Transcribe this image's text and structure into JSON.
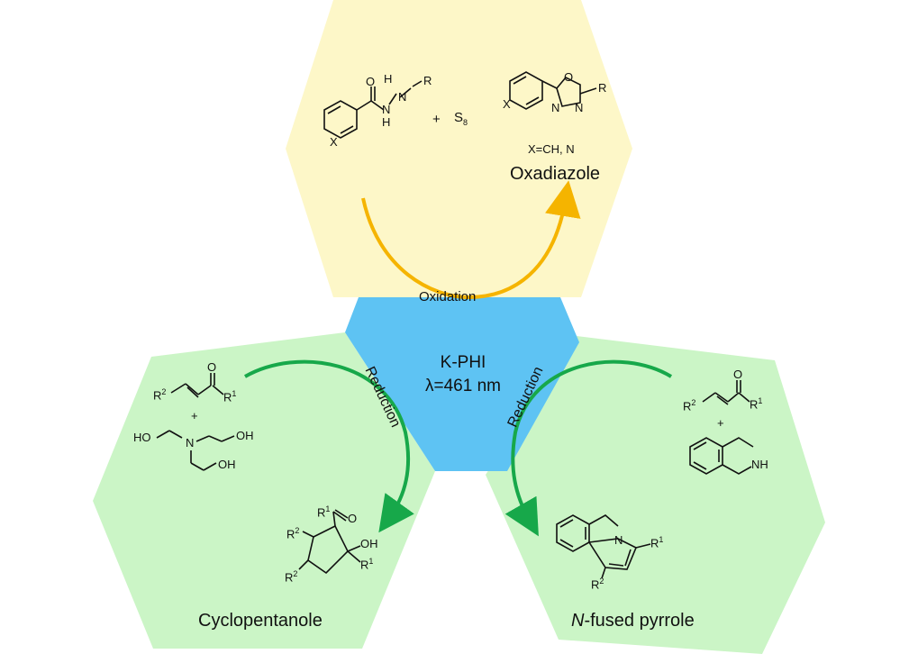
{
  "colors": {
    "oxidation_panel": "#fdf7c8",
    "reduction_panel": "#cbf5c6",
    "center_panel": "#5ec3f3",
    "oxidation_arrow": "#f5b400",
    "reduction_arrow": "#17a84a"
  },
  "center": {
    "catalyst": "K-PHI",
    "light": "λ=461 nm",
    "oxidation_label": "Oxidation",
    "reduction_left": "Reduction",
    "reduction_right": "Reduction"
  },
  "top_panel": {
    "product_name": "Oxadiazole",
    "reagent": "+",
    "sulfur": "S",
    "sulfur_sub": "8",
    "x_def": "X=CH, N",
    "atoms": {
      "O": "O",
      "N1": "N",
      "N2": "N",
      "H": "H",
      "NH": "N",
      "NH_H": "H",
      "R": "R",
      "X": "X",
      "ox_O": "O",
      "ox_N1": "N",
      "ox_N2": "N",
      "ox_R": "R",
      "ox_X": "X"
    }
  },
  "left_panel": {
    "product_name": "Cyclopentanole",
    "plus": "+",
    "R2": "R",
    "R2_sup": "2",
    "R1": "R",
    "R1_sup": "1",
    "O": "O",
    "HO": "HO",
    "OH1": "OH",
    "OH2": "OH",
    "N": "N",
    "prod_R1a": "R",
    "prod_R1a_sup": "1",
    "prod_O": "O",
    "prod_R2a": "R",
    "prod_R2a_sup": "2",
    "prod_OH": "OH",
    "prod_R1b": "R",
    "prod_R1b_sup": "1",
    "prod_R2b": "R",
    "prod_R2b_sup": "2"
  },
  "right_panel": {
    "product_prefix": "N",
    "product_name": "-fused pyrrole",
    "plus": "+",
    "R2": "R",
    "R2_sup": "2",
    "R1": "R",
    "R1_sup": "1",
    "O": "O",
    "NH": "NH",
    "prod_N": "N",
    "prod_R1": "R",
    "prod_R1_sup": "1",
    "prod_R2": "R",
    "prod_R2_sup": "2"
  }
}
